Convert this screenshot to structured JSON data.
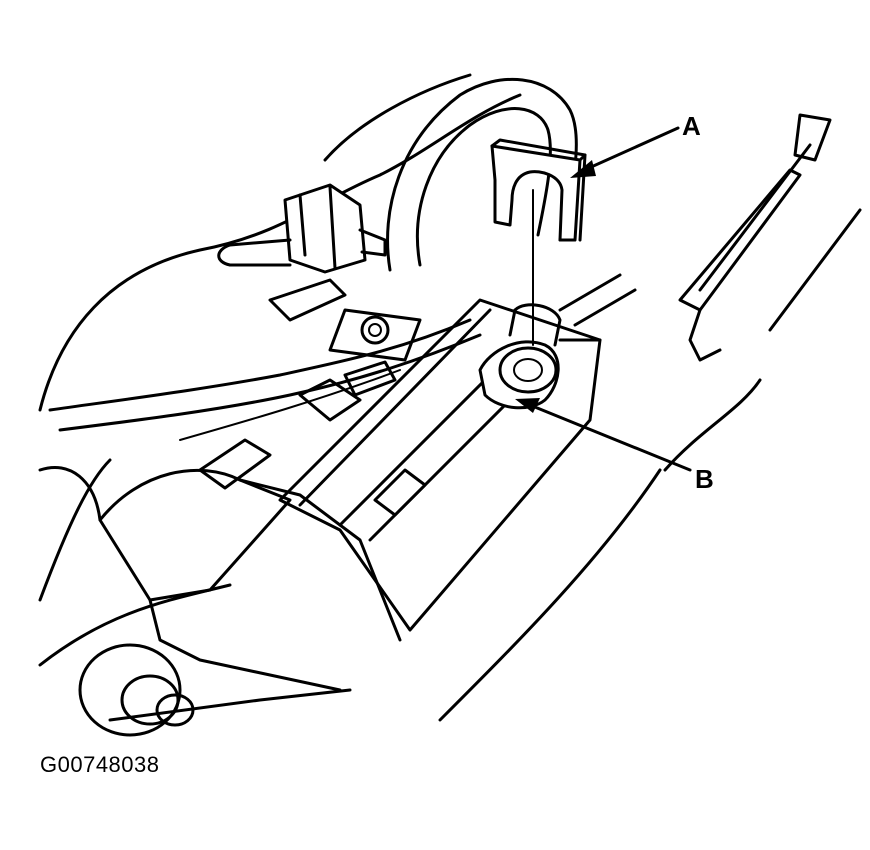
{
  "callouts": {
    "a": {
      "label": "A"
    },
    "b": {
      "label": "B"
    }
  },
  "figure": {
    "id": "G00748038"
  },
  "colors": {
    "ink": "#000000",
    "paper": "#ffffff"
  }
}
